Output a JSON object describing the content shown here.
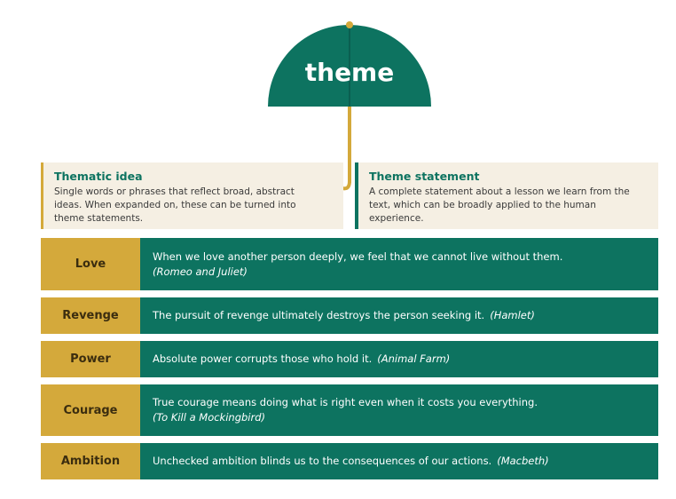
{
  "title": "theme",
  "colors": {
    "teal": "#0d7360",
    "gold": "#d4a93b",
    "cream": "#f5efe3"
  },
  "definitions": {
    "thematic_idea": {
      "title": "Thematic idea",
      "lines": [
        "Single words or phrases that reflect broad, abstract",
        "ideas. When expanded on, these can be turned into",
        "theme statements."
      ]
    },
    "theme_statement": {
      "title": "Theme statement",
      "lines": [
        "A complete statement about a lesson we learn from the",
        "text, which can be broadly applied to the human",
        "experience."
      ]
    }
  },
  "rows": [
    {
      "label": "Love",
      "statement": "When we love another person deeply, we feel that we cannot live without them.",
      "source": "(Romeo and Juliet)"
    },
    {
      "label": "Revenge",
      "statement": "The pursuit of revenge ultimately destroys the person seeking it.",
      "source": "(Hamlet)"
    },
    {
      "label": "Power",
      "statement": "Absolute power corrupts those who hold it.",
      "source": "(Animal Farm)"
    },
    {
      "label": "Courage",
      "statement": "True courage means doing what is right even when it costs you everything.",
      "source": "(To Kill a Mockingbird)"
    },
    {
      "label": "Ambition",
      "statement": "Unchecked ambition blinds us to the consequences of our actions.",
      "source": "(Macbeth)"
    }
  ]
}
